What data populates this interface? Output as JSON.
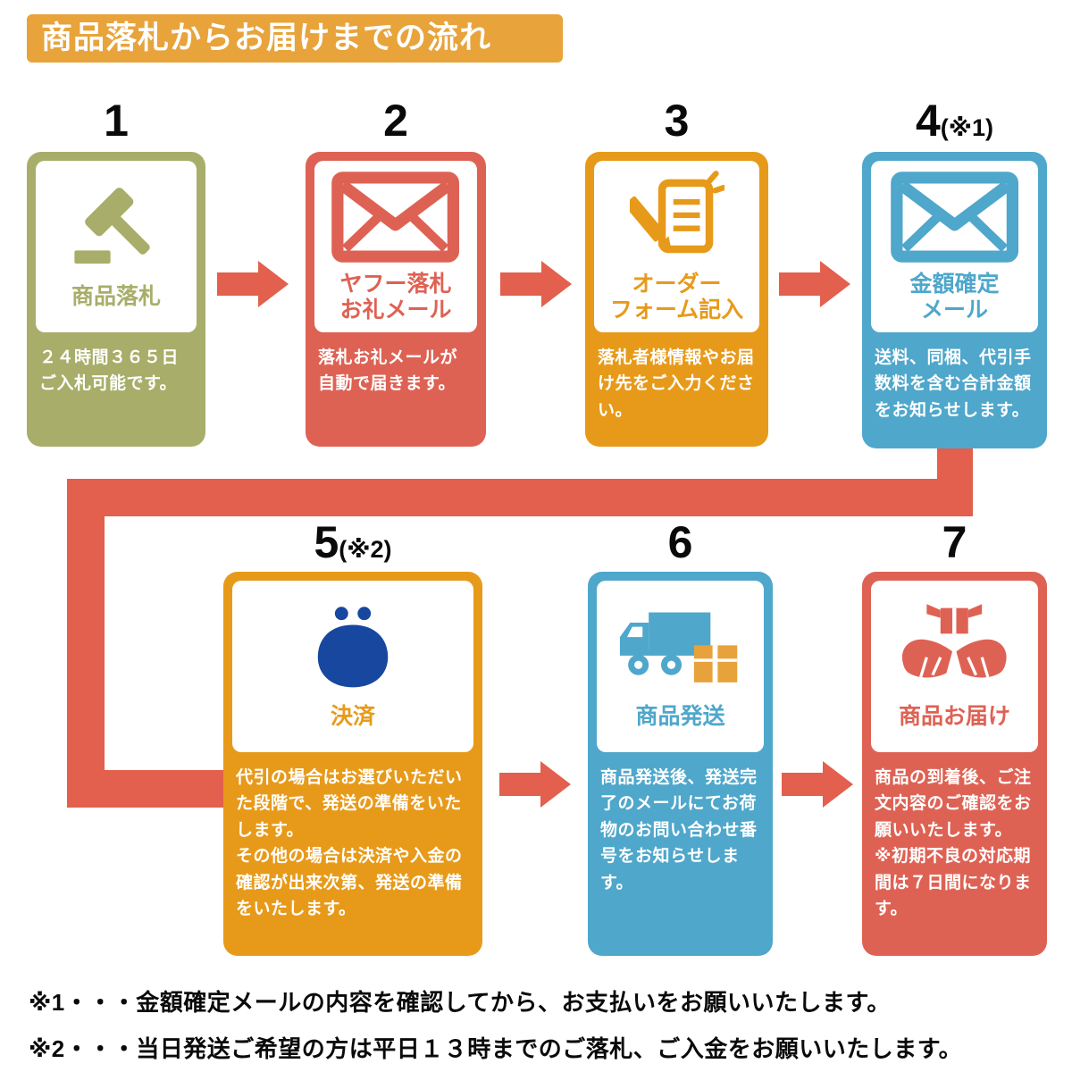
{
  "title": "商品落札からお届けまでの流れ",
  "colors": {
    "banner_orange": "#E8A33B",
    "card_olive": "#A8AE69",
    "card_red": "#DE6254",
    "card_orange": "#E79A1A",
    "card_blue": "#4FA7CB",
    "arrow_red": "#E2604D",
    "purse_navy": "#17479E",
    "box_orange": "#E8A23C",
    "number_black": "#0a0a0a"
  },
  "steps": [
    {
      "number": "1",
      "suffix": "",
      "label": "商品落札",
      "desc": "２４時間３６５日ご入札可能です。",
      "icon": "gavel-icon"
    },
    {
      "number": "2",
      "suffix": "",
      "label": "ヤフー落札\nお礼メール",
      "desc": "落札お礼メールが自動で届きます。",
      "icon": "envelope-icon"
    },
    {
      "number": "3",
      "suffix": "",
      "label": "オーダー\nフォーム記入",
      "desc": "落札者様情報やお届け先をご入力ください。",
      "icon": "order-form-pencil-icon"
    },
    {
      "number": "4",
      "suffix": "(※1)",
      "label": "金額確定\nメール",
      "desc": "送料、同梱、代引手数料を含む合計金額をお知らせします。",
      "icon": "envelope-icon"
    },
    {
      "number": "5",
      "suffix": "(※2)",
      "label": "決済",
      "desc": "代引の場合はお選びいただいた段階で、発送の準備をいたします。\nその他の場合は決済や入金の確認が出来次第、発送の準備をいたします。",
      "icon": "coin-purse-icon"
    },
    {
      "number": "6",
      "suffix": "",
      "label": "商品発送",
      "desc": "商品発送後、発送完了のメールにてお荷物のお問い合わせ番号をお知らせします。",
      "icon": "delivery-truck-icon"
    },
    {
      "number": "7",
      "suffix": "",
      "label": "商品お届け",
      "desc": "商品の到着後、ご注文内容のご確認をお願いいたします。\n※初期不良の対応期間は７日間になります。",
      "icon": "hands-holding-box-icon"
    }
  ],
  "footnotes": [
    "※1・・・金額確定メールの内容を確認してから、お支払いをお願いいたします。",
    "※2・・・当日発送ご希望の方は平日１３時までのご落札、ご入金をお願いいたします。"
  ]
}
